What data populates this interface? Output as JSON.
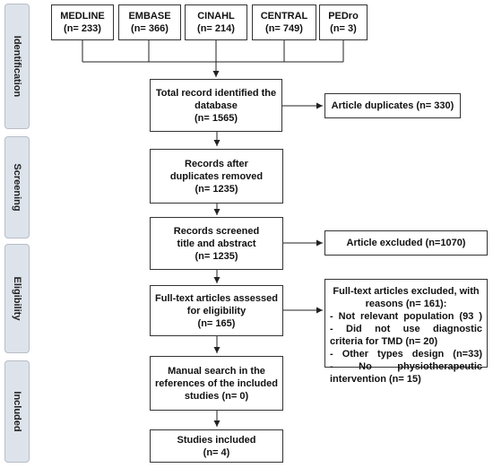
{
  "stages": {
    "identification": "Identification",
    "screening": "Screening",
    "eligibility": "Eligibility",
    "included": "Included"
  },
  "databases": [
    {
      "name": "MEDLINE",
      "count": "(n= 233)"
    },
    {
      "name": "EMBASE",
      "count": "(n= 366)"
    },
    {
      "name": "CINAHL",
      "count": "(n= 214)"
    },
    {
      "name": "CENTRAL",
      "count": "(n= 749)"
    },
    {
      "name": "PEDro",
      "count": "(n= 3)"
    }
  ],
  "boxes": {
    "total_identified": [
      "Total record identified the",
      "database",
      "(n= 1565)"
    ],
    "duplicates_removed": [
      "Records after",
      "duplicates removed",
      "(n= 1235)"
    ],
    "screened": [
      "Records screened",
      "title and abstract",
      "(n= 1235)"
    ],
    "fulltext_assessed": [
      "Full-text articles assessed",
      "for eligibility",
      "(n= 165)"
    ],
    "manual_search": [
      "Manual search in the",
      "references of the included",
      "studies (n= 0)"
    ],
    "included": [
      "Studies included",
      "(n= 4)"
    ]
  },
  "side": {
    "duplicates": "Article duplicates (n= 330)",
    "excluded": "Article excluded (n=1070)",
    "fulltext_excluded": {
      "heading": [
        "Full-text articles excluded, with",
        "reasons (n= 161):"
      ],
      "lines": [
        "- Not relevant population (93 )",
        "- Did not use diagnostic",
        "criteria for TMD (n= 20)",
        "- Other types design (n=33)",
        "- No physiotherapeutic",
        "intervention (n= 15)"
      ]
    }
  }
}
